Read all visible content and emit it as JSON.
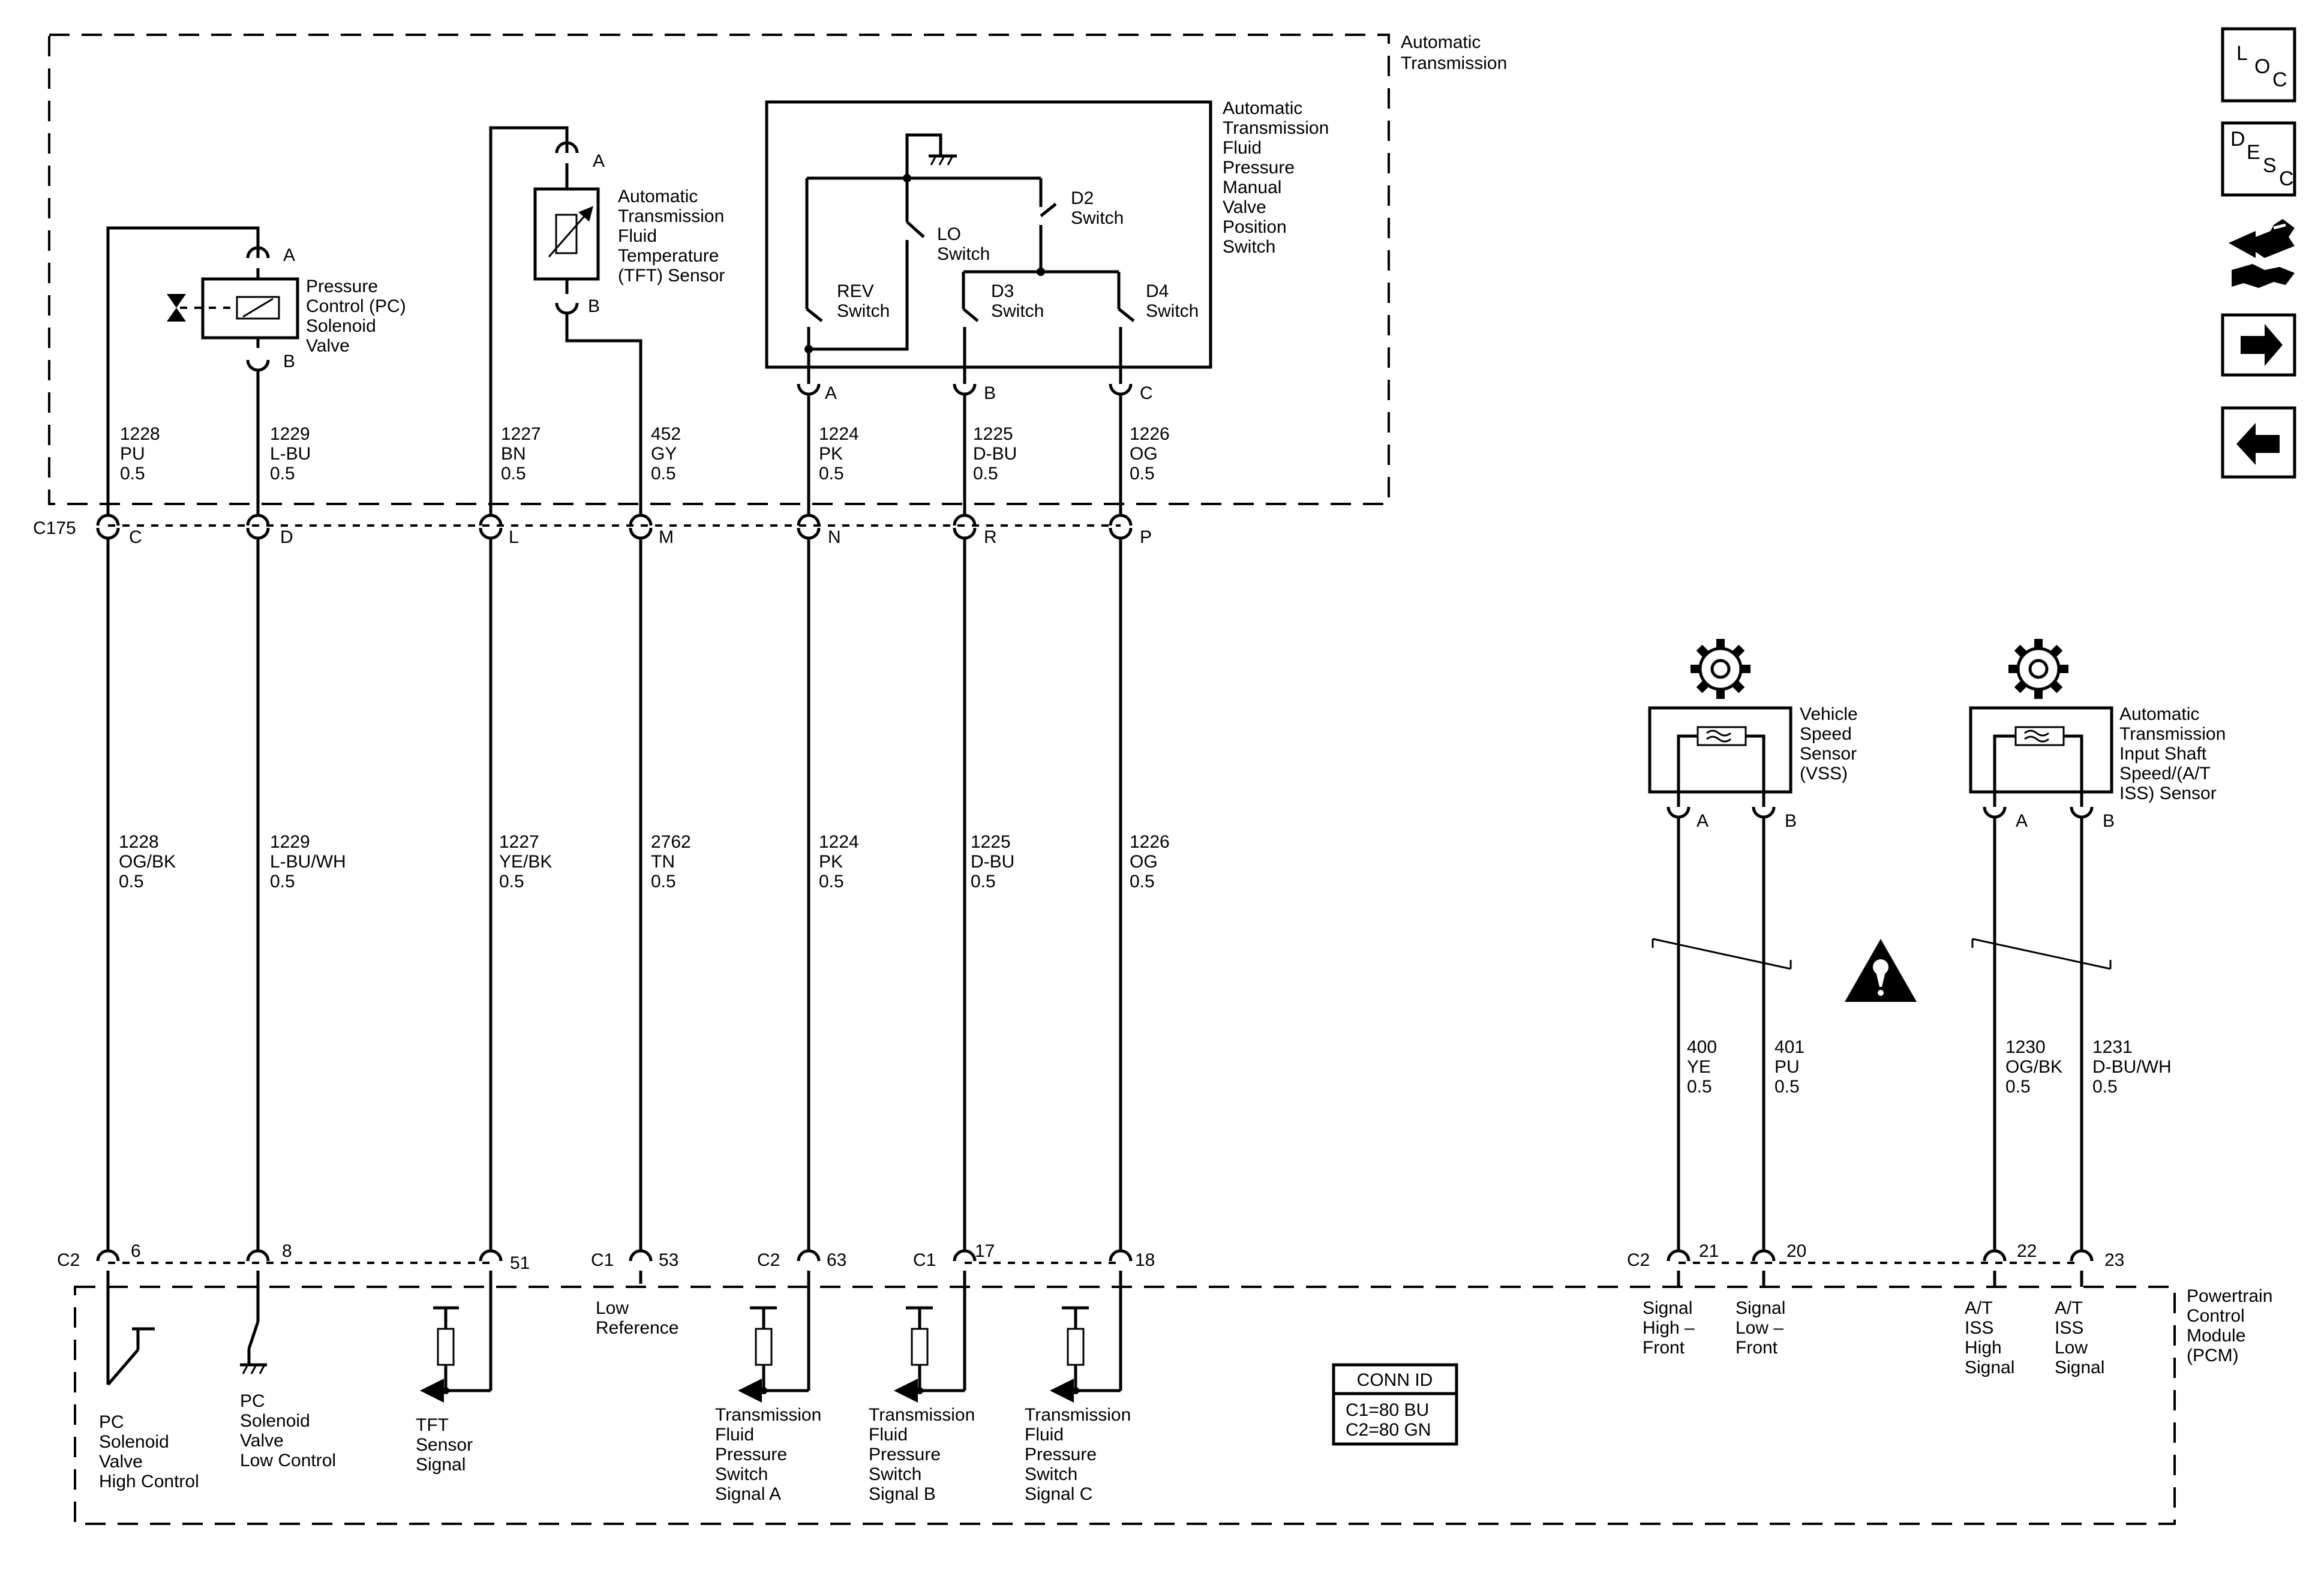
{
  "modules": {
    "transmission": [
      "Automatic",
      "Transmission"
    ],
    "pcm": [
      "Powertrain",
      "Control",
      "Module",
      "(PCM)"
    ]
  },
  "components": {
    "pc_solenoid": [
      "Pressure",
      "Control (PC)",
      "Solenoid",
      "Valve"
    ],
    "tft_sensor": [
      "Automatic",
      "Transmission",
      "Fluid",
      "Temperature",
      "(TFT) Sensor"
    ],
    "pressure_switch": [
      "Automatic",
      "Transmission",
      "Fluid",
      "Pressure",
      "Manual",
      "Valve",
      "Position",
      "Switch"
    ],
    "vss": [
      "Vehicle",
      "Speed",
      "Sensor",
      "(VSS)"
    ],
    "iss": [
      "Automatic",
      "Transmission",
      "Input Shaft",
      "Speed/(A/T",
      "ISS) Sensor"
    ]
  },
  "switches": {
    "rev": [
      "REV",
      "Switch"
    ],
    "lo": [
      "LO",
      "Switch"
    ],
    "d2": [
      "D2",
      "Switch"
    ],
    "d3": [
      "D3",
      "Switch"
    ],
    "d4": [
      "D4",
      "Switch"
    ]
  },
  "component_pins": {
    "pc_a": "A",
    "pc_b": "B",
    "tft_a": "A",
    "tft_b": "B",
    "sw_a": "A",
    "sw_b": "B",
    "sw_c": "C",
    "vss_a": "A",
    "vss_b": "B",
    "iss_a": "A",
    "iss_b": "B"
  },
  "upper_wires": [
    [
      "1228",
      "PU",
      "0.5"
    ],
    [
      "1229",
      "L-BU",
      "0.5"
    ],
    [
      "1227",
      "BN",
      "0.5"
    ],
    [
      "452",
      "GY",
      "0.5"
    ],
    [
      "1224",
      "PK",
      "0.5"
    ],
    [
      "1225",
      "D-BU",
      "0.5"
    ],
    [
      "1226",
      "OG",
      "0.5"
    ]
  ],
  "lower_wires": [
    [
      "1228",
      "OG/BK",
      "0.5"
    ],
    [
      "1229",
      "L-BU/WH",
      "0.5"
    ],
    [
      "1227",
      "YE/BK",
      "0.5"
    ],
    [
      "2762",
      "TN",
      "0.5"
    ],
    [
      "1224",
      "PK",
      "0.5"
    ],
    [
      "1225",
      "D-BU",
      "0.5"
    ],
    [
      "1226",
      "OG",
      "0.5"
    ]
  ],
  "sensor_wires": [
    [
      "400",
      "YE",
      "0.5"
    ],
    [
      "401",
      "PU",
      "0.5"
    ],
    [
      "1230",
      "OG/BK",
      "0.5"
    ],
    [
      "1231",
      "D-BU/WH",
      "0.5"
    ]
  ],
  "inline_connector": {
    "name": "C175",
    "pins": [
      "C",
      "D",
      "L",
      "M",
      "N",
      "R",
      "P"
    ]
  },
  "pcm_connectors": {
    "c2": "C2",
    "c1": "C1",
    "pins": [
      "6",
      "8",
      "51",
      "53",
      "63",
      "17",
      "18"
    ],
    "sensor_pins": [
      "21",
      "20",
      "22",
      "23"
    ]
  },
  "pcm_signals": {
    "pc_high": [
      "PC",
      "Solenoid",
      "Valve",
      "High Control"
    ],
    "pc_low": [
      "PC",
      "Solenoid",
      "Valve",
      "Low Control"
    ],
    "tft": [
      "TFT",
      "Sensor",
      "Signal"
    ],
    "low_ref": [
      "Low",
      "Reference"
    ],
    "sw_a": [
      "Transmission",
      "Fluid",
      "Pressure",
      "Switch",
      "Signal A"
    ],
    "sw_b": [
      "Transmission",
      "Fluid",
      "Pressure",
      "Switch",
      "Signal B"
    ],
    "sw_c": [
      "Transmission",
      "Fluid",
      "Pressure",
      "Switch",
      "Signal C"
    ],
    "vss_high": [
      "Signal",
      "High –",
      "Front"
    ],
    "vss_low": [
      "Signal",
      "Low –",
      "Front"
    ],
    "iss_high": [
      "A/T",
      "ISS",
      "High",
      "Signal"
    ],
    "iss_low": [
      "A/T",
      "ISS",
      "Low",
      "Signal"
    ]
  },
  "conn_id": {
    "title": "CONN ID",
    "lines": [
      "C1=80 BU",
      "C2=80 GN"
    ]
  },
  "nav": {
    "loc": [
      "L",
      "O",
      "C"
    ],
    "desc": [
      "D",
      "E",
      "S",
      "C"
    ]
  }
}
